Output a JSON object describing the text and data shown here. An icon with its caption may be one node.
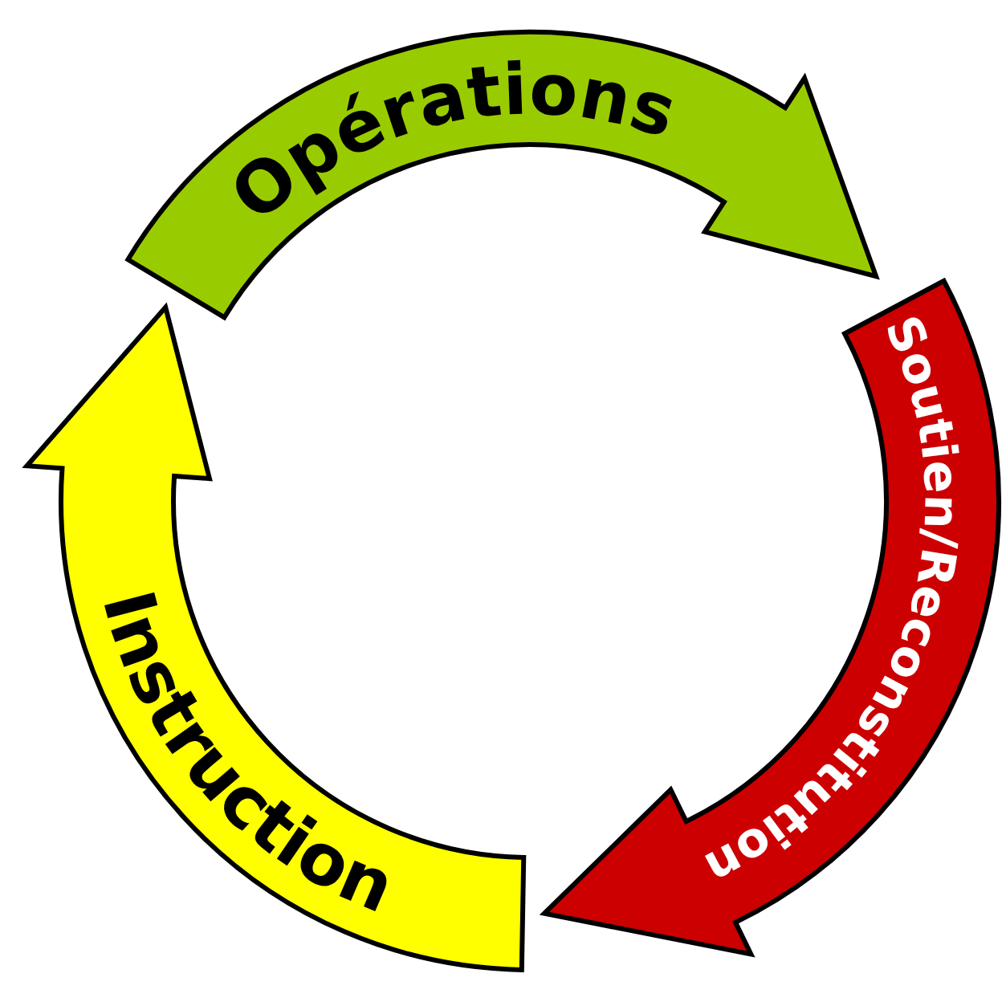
{
  "diagram": {
    "nodes": [
      {
        "text": [
          "Opérations"
        ]
      },
      {
        "text": [
          "Soutien/Reconstitution"
        ]
      },
      {
        "text": [
          "Instruction"
        ]
      }
    ]
  }
}
